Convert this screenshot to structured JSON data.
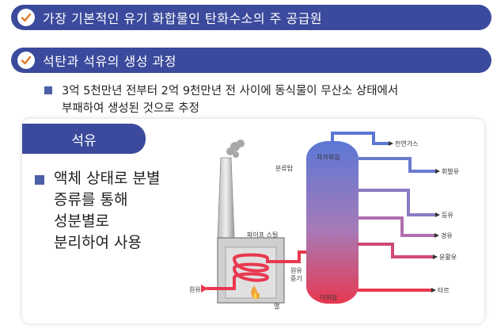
{
  "banners": [
    {
      "text": "가장 기본적인 유기 화합물인 탄화수소의 주 공급원"
    },
    {
      "text": "석탄과 석유의 생성 과정"
    }
  ],
  "note": {
    "line1": "3억 5천만년 전부터 2억 9천만년 전 사이에 동식물이 무산소 상태에서",
    "line2": "부패하여 생성된 것으로 추정"
  },
  "section_tab": "석유",
  "body": {
    "lines": [
      "액체 상태로 분별",
      "증류를 통해",
      "성분별로",
      "분리하여 사용"
    ]
  },
  "diagram": {
    "labels": {
      "pipe_still": "파이프 스틸",
      "crude_in": "원유",
      "crude_vapor_1": "원유",
      "crude_vapor_2": "증기",
      "heat": "열",
      "tower": "분류탑",
      "cold_top": "차가워짐",
      "hot_bottom": "더워짐"
    },
    "products": [
      "천연가스",
      "휘발유",
      "등유",
      "경유",
      "윤활유",
      "타르"
    ],
    "colors": {
      "hot": "#e8384f",
      "cold": "#5b78d6",
      "chimney": "#8a8a8a"
    }
  }
}
